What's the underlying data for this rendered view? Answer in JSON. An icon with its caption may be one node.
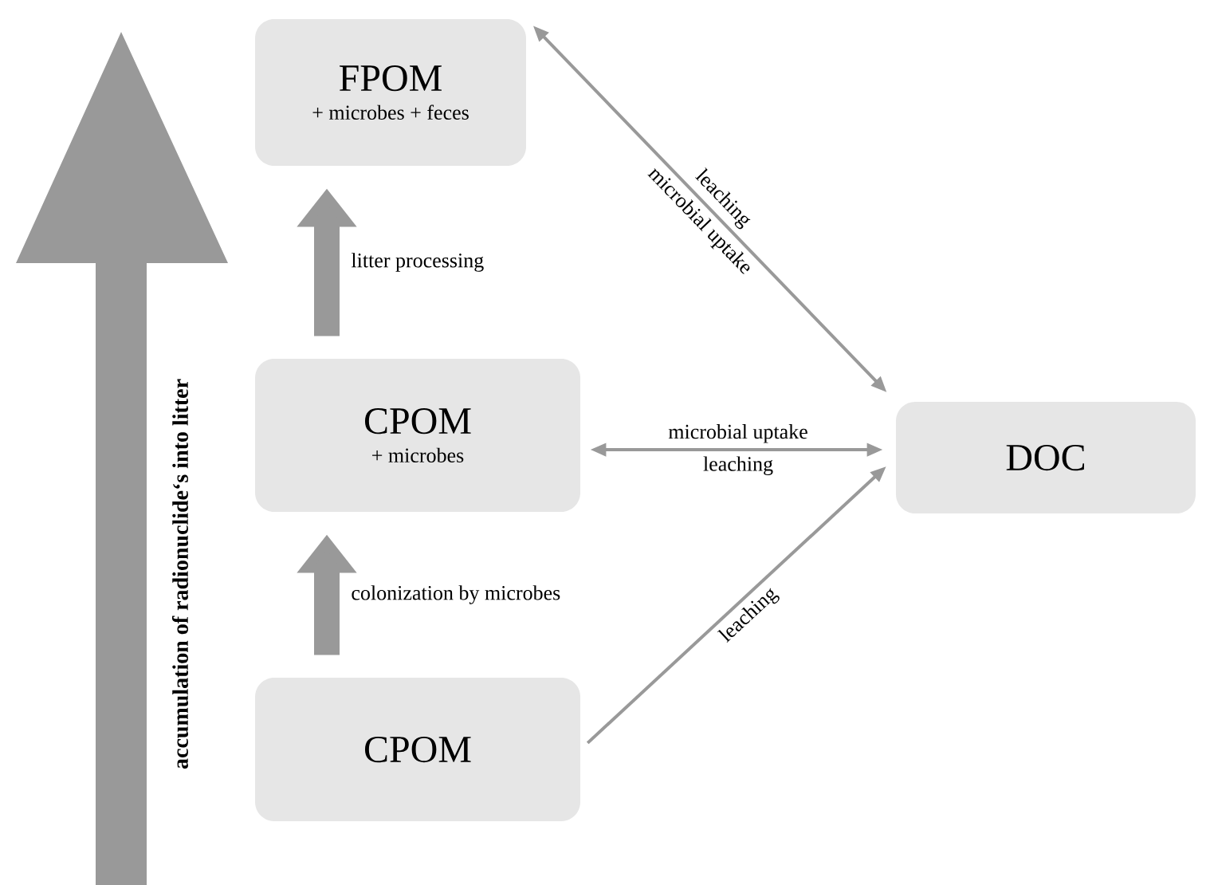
{
  "diagram": {
    "nodes": [
      {
        "text": [
          "FPOM",
          "+ microbes + feces"
        ]
      },
      {
        "text": [
          "CPOM",
          "+ microbes"
        ]
      },
      {
        "text": [
          "DOC"
        ]
      },
      {
        "text": [
          "CPOM"
        ]
      }
    ],
    "edges": [
      {
        "from": 1,
        "to": 0,
        "arrow": "to",
        "label": "litter processing",
        "style": "thick"
      },
      {
        "from": 3,
        "to": 1,
        "arrow": "to",
        "label": "colonization by microbes",
        "style": "thick"
      },
      {
        "from": 0,
        "to": 2,
        "arrow": "both",
        "label": "leaching"
      },
      {
        "from": 1,
        "to": 2,
        "arrow": "both",
        "label": "microbial uptake"
      },
      {
        "from": 3,
        "to": 2,
        "arrow": "to",
        "label": "leaching"
      }
    ],
    "labels": [
      "microbial uptake",
      "leaching",
      "accumulation of radionuclide‘s into litter"
    ]
  }
}
